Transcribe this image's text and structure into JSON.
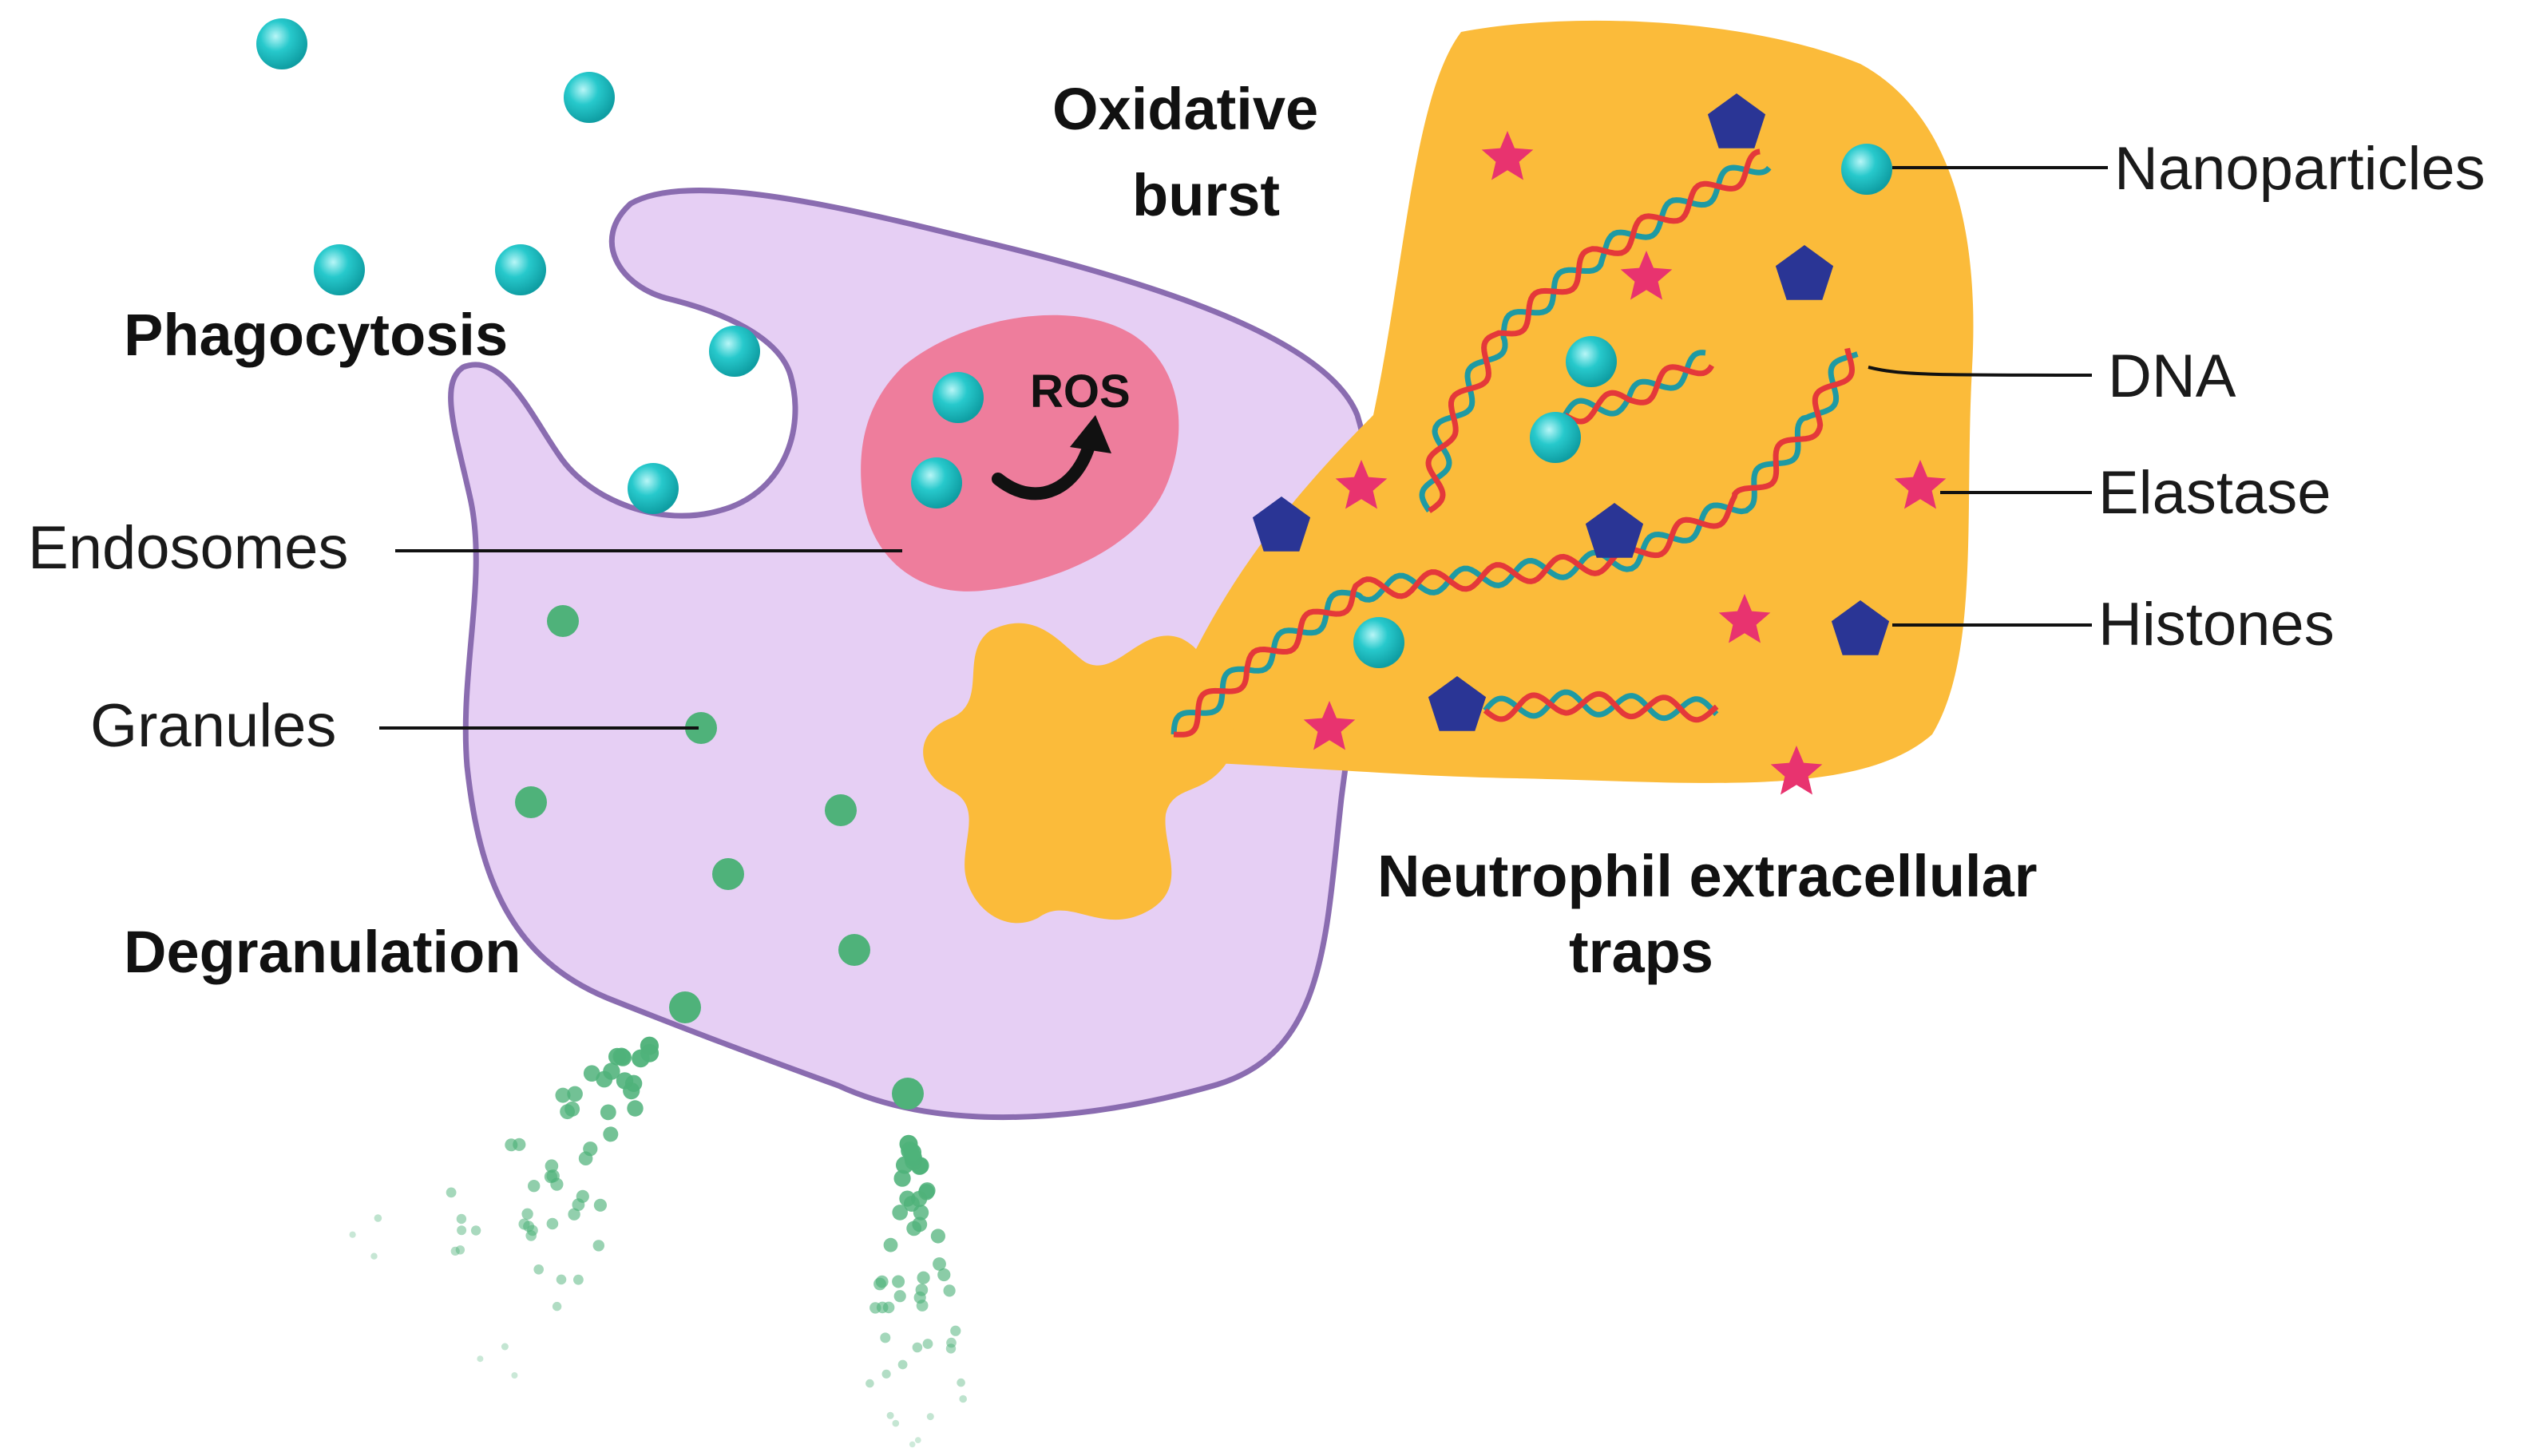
{
  "labels": {
    "phagocytosis": "Phagocytosis",
    "oxidative_burst_line1": "Oxidative",
    "oxidative_burst_line2": "burst",
    "degranulation": "Degranulation",
    "net_line1": "Neutrophil extracellular",
    "net_line2": "traps",
    "ros": "ROS",
    "endosomes": "Endosomes",
    "granules": "Granules",
    "nanoparticles": "Nanoparticles",
    "dna": "DNA",
    "elastase": "Elastase",
    "histones": "Histones"
  },
  "colors": {
    "cell_fill": "#e6cff4",
    "cell_stroke": "#8a6cb0",
    "endosome": "#ee7d9c",
    "net": "#fbbb3a",
    "nanoparticle": "#1fc1c5",
    "granule": "#4fb27a",
    "dna_strand_a": "#e4383a",
    "dna_strand_b": "#1e9aa4",
    "elastase": "#e8336f",
    "histone": "#2a3595",
    "ros_arrow": "#111111"
  },
  "icons": {
    "nanoparticle": "teal-sphere-icon",
    "elastase": "pink-star-icon",
    "histone": "blue-pentagon-icon",
    "dna": "double-helix-icon",
    "granule": "green-dot-icon"
  }
}
